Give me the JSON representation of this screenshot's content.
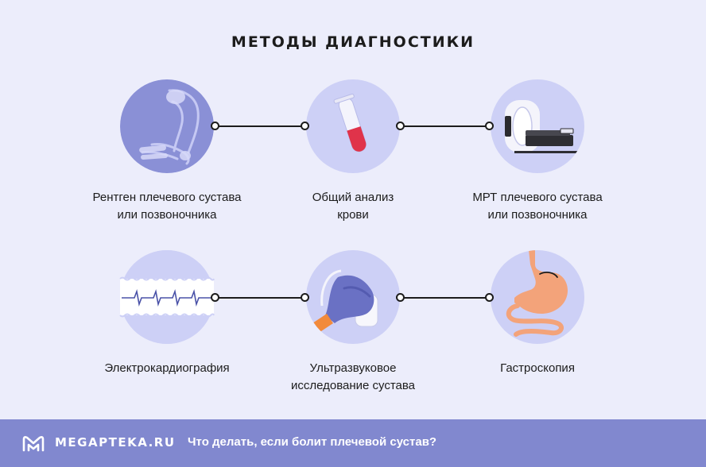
{
  "title": "МЕТОДЫ ДИАГНОСТИКИ",
  "methods": [
    {
      "label": "Рентген плечевого сустава\nили позвоночника",
      "icon": "xray-arm-icon"
    },
    {
      "label": "Общий анализ\nкрови",
      "icon": "blood-test-tube-icon"
    },
    {
      "label": "МРТ плечевого сустава\nили позвоночника",
      "icon": "mri-scanner-icon"
    },
    {
      "label": "Электрокардиография",
      "icon": "ecg-strip-icon"
    },
    {
      "label": "Ультразвуковое\nисследование сустава",
      "icon": "ultrasound-probe-icon"
    },
    {
      "label": "Гастроскопия",
      "icon": "stomach-icon"
    }
  ],
  "footer": {
    "brand": "MEGAPTEKA.RU",
    "subtitle": "Что делать, если болит плечевой сустав?"
  },
  "colors": {
    "background": "#ecedfb",
    "circle": "#cdd0f6",
    "footer": "#8188cf",
    "accent_red": "#e0334a",
    "stomach": "#f3a37a"
  }
}
